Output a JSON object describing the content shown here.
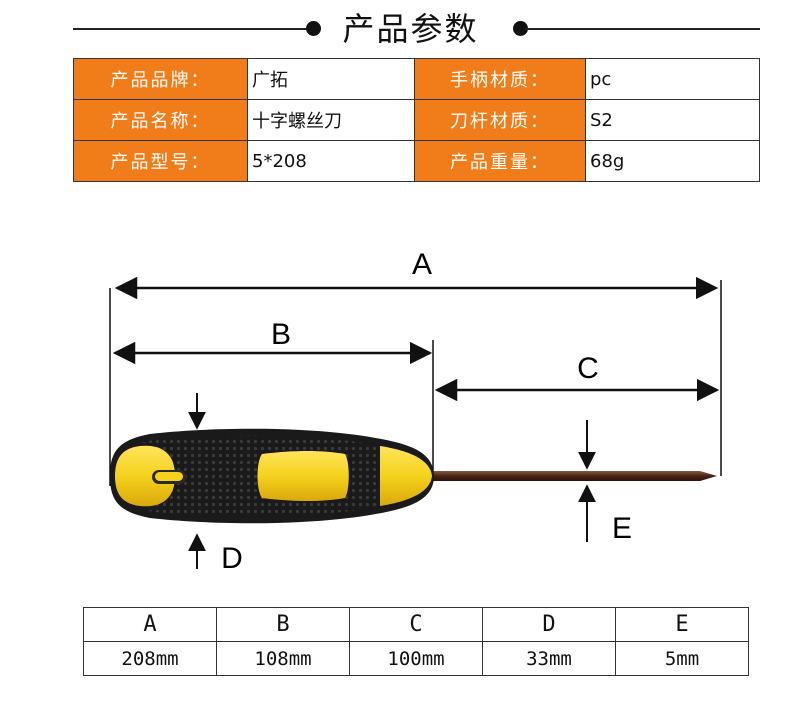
{
  "title": "产品参数",
  "specs": [
    {
      "label_left": "产品品牌：",
      "value_left": "广拓",
      "label_right": "手柄材质：",
      "value_right": "pc"
    },
    {
      "label_left": "产品名称：",
      "value_left": "十字螺丝刀",
      "label_right": "刀杆材质：",
      "value_right": "S2"
    },
    {
      "label_left": "产品型号：",
      "value_left": "5*208",
      "label_right": "产品重量：",
      "value_right": "68g"
    }
  ],
  "diagram_labels": {
    "A": "A",
    "B": "B",
    "C": "C",
    "D": "D",
    "E": "E"
  },
  "dimensions": {
    "headers": [
      "A",
      "B",
      "C",
      "D",
      "E"
    ],
    "values": [
      "208mm",
      "108mm",
      "100mm",
      "33mm",
      "5mm"
    ]
  },
  "colors": {
    "label_bg": "#f07d1a",
    "handle_yellow": "#f5d21c",
    "handle_black": "#1a1a1a",
    "shaft": "#5a2e1c"
  }
}
